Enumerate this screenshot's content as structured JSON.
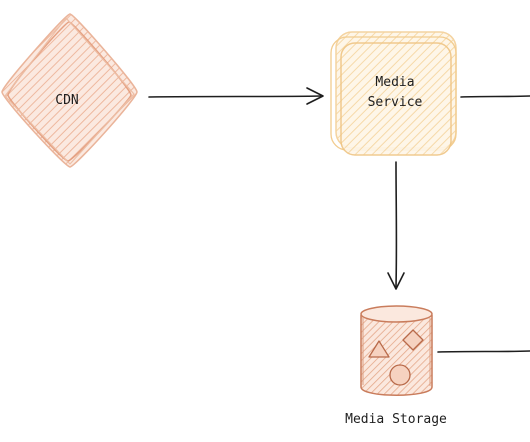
{
  "nodes": {
    "cdn": {
      "label": "CDN",
      "shape": "diamond",
      "stroke_color": "#e8a98a",
      "fill_color": "#f7d9c9"
    },
    "media_service": {
      "label_line1": "Media",
      "label_line2": "Service",
      "shape": "stacked-rounded-rectangle",
      "stroke_color": "#f2cc8f",
      "fill_color": "#fdf0d5"
    },
    "media_storage": {
      "label": "Media Storage",
      "shape": "cylinder",
      "stroke_color": "#d08a6a",
      "fill_color": "#f7dccd",
      "icons": [
        "triangle-icon",
        "diamond-icon",
        "circle-icon"
      ]
    }
  },
  "edges": [
    {
      "from": "cdn",
      "to": "media_service",
      "arrow": true
    },
    {
      "from": "media_service",
      "to": "offscreen-right",
      "arrow": false
    },
    {
      "from": "media_service",
      "to": "media_storage",
      "arrow": true
    },
    {
      "from": "media_storage",
      "to": "offscreen-right",
      "arrow": false
    }
  ],
  "edge_color": "#1e1e1e"
}
